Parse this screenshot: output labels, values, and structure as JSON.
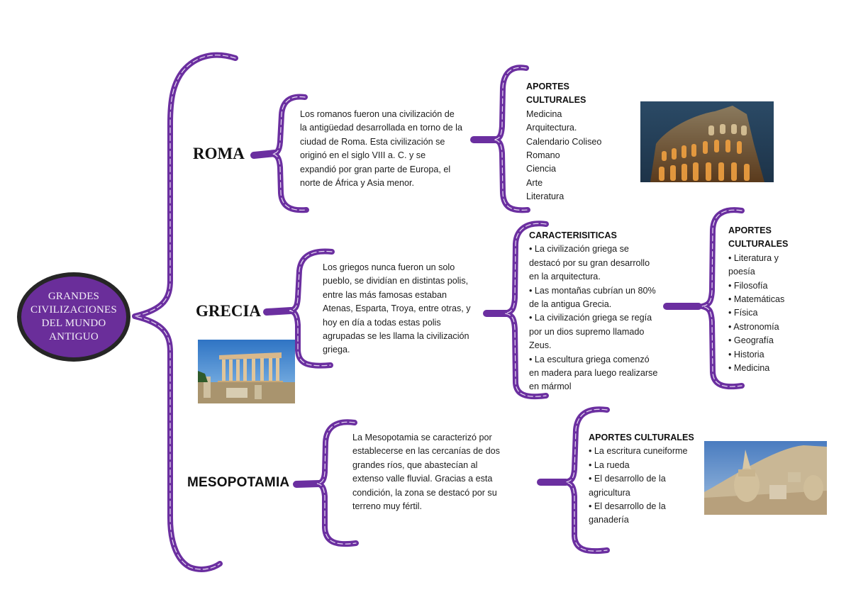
{
  "root": {
    "label": "GRANDES\nCIVILIZACIONES\nDEL MUNDO\nANTIGUO"
  },
  "colors": {
    "brace": "#6b2fa0",
    "root_fill": "#6a2e9a",
    "root_border": "#262626",
    "text": "#1c1c1c"
  },
  "branches": [
    {
      "title": "ROMA",
      "description": [
        "Los romanos fueron una civilización de",
        "la antigüedad desarrollada en torno de la",
        "ciudad de Roma. Esta civilización se",
        "originó en el siglo VIII a. C. y se",
        "expandió por gran parte de Europa, el",
        "norte de África y Asia menor."
      ],
      "aportes": {
        "heading": [
          "APORTES",
          "CULTURALES"
        ],
        "items": [
          "Medicina",
          "Arquitectura.",
          "Calendario Coliseo",
          "Romano",
          "Ciencia",
          "Arte",
          "Literatura"
        ]
      },
      "image": {
        "alt": "colosseum-photo"
      }
    },
    {
      "title": "GRECIA",
      "description": [
        "Los griegos nunca fueron un solo",
        "pueblo, se dividían en distintas polis,",
        "entre las más famosas estaban",
        "Atenas, Esparta, Troya, entre otras, y",
        "hoy en día a todas estas polis",
        "agrupadas se les llama la civilización",
        "griega."
      ],
      "caracteristicas": {
        "heading": "CARACTERISITICAS",
        "lines": [
          "• La civilización griega se",
          "destacó por su gran desarrollo",
          "en la arquitectura.",
          "• Las montañas cubrían un 80%",
          "de la antigua Grecia.",
          "• La civilización griega se regía",
          "por un dios supremo llamado",
          "Zeus.",
          "• La escultura griega comenzó",
          "en madera para luego realizarse",
          "en mármol"
        ]
      },
      "aportes": {
        "heading": [
          "APORTES",
          "CULTURALES"
        ],
        "lines": [
          "• Literatura y",
          "poesía",
          "• Filosofía",
          "• Matemáticas",
          "• Física",
          "• Astronomía",
          "• Geografía",
          "• Historia",
          "• Medicina"
        ]
      },
      "image": {
        "alt": "parthenon-photo"
      }
    },
    {
      "title": "MESOPOTAMIA",
      "description": [
        "La Mesopotamia se caracterizó por",
        "establecerse en las cercanías de dos",
        "grandes ríos, que abastecían al",
        "extenso valle fluvial. Gracias a esta",
        "condición, la zona se destacó por su",
        "terreno muy fértil."
      ],
      "aportes": {
        "heading": "APORTES CULTURALES",
        "lines": [
          "• La escritura cuneiforme",
          "• La rueda",
          "• El desarrollo de la",
          "agricultura",
          "• El desarrollo de la",
          "ganadería"
        ]
      },
      "image": {
        "alt": "nemrut-heads-photo"
      }
    }
  ]
}
